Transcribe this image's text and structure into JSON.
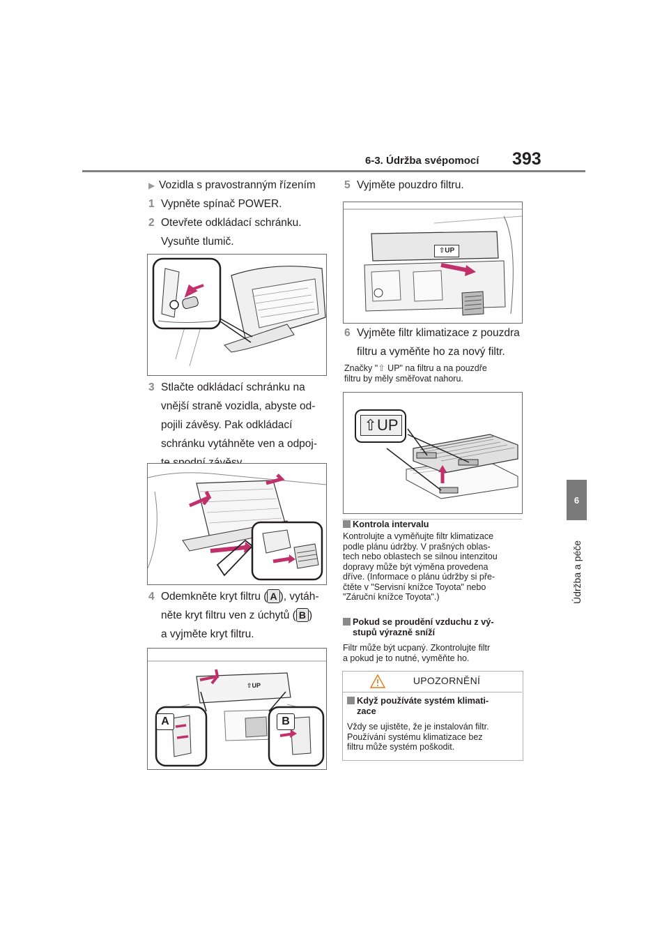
{
  "header": {
    "section": "6-3. Údržba svépomocí",
    "page_number": "393"
  },
  "side_tab": {
    "number": "6",
    "label": "Údržba a péče"
  },
  "left": {
    "variant": "Vozidla s pravostranným řízením",
    "step1": {
      "num": "1",
      "text": "Vypněte spínač POWER."
    },
    "step2": {
      "num": "2",
      "line1": "Otevřete odkládací schránku.",
      "line2": "Vysuňte tlumič."
    },
    "step3": {
      "num": "3",
      "lines": [
        "Stlačte odkládací schránku na",
        "vnější straně vozidla, abyste od-",
        "pojili závěsy. Pak odkládací",
        "schránku vytáhněte ven a odpoj-",
        "te spodní závěsy."
      ]
    },
    "step4": {
      "num": "4",
      "line1a": "Odemkněte kryt filtru (",
      "key_a": "A",
      "line1b": "), vytáh-",
      "line2a": "něte kryt filtru ven z úchytů (",
      "key_b": "B",
      "line2b": ")",
      "line3": "a vyjměte kryt filtru."
    },
    "fig4": {
      "label_a": "A",
      "label_b": "B",
      "up_text": "UP"
    }
  },
  "right": {
    "step5": {
      "num": "5",
      "text": "Vyjměte pouzdro filtru."
    },
    "fig5_up": "UP",
    "step6": {
      "num": "6",
      "line1": "Vyjměte filtr klimatizace z pouzdra",
      "line2": "filtru a vyměňte ho za nový filtr."
    },
    "note": {
      "line1a": "Značky \"",
      "line1b": " UP\" na filtru a na pouzdře",
      "line2": "filtru by měly směřovat nahoru."
    },
    "fig6_up": "UP",
    "check": {
      "title": "Kontrola intervalu",
      "lines": [
        "Kontrolujte a vyměňujte filtr klimatizace",
        "podle plánu údržby. V prašných oblas-",
        "tech nebo oblastech se silnou intenzitou",
        "dopravy může být výměna provedena",
        "dříve. (Informace o plánu údržby si pře-",
        "čtěte v \"Servisní knížce Toyota\" nebo",
        "\"Záruční knížce Toyota\".)"
      ]
    },
    "airflow": {
      "title_line1": "Pokud se proudění vzduchu z vý-",
      "title_line2": "stupů výrazně sníží",
      "lines": [
        "Filtr může být ucpaný. Zkontrolujte filtr",
        "a pokud je to nutné, vyměňte ho."
      ]
    },
    "warning": {
      "title": "UPOZORNĚNÍ",
      "subtitle_line1": "Když používáte systém klimati-",
      "subtitle_line2": "zace",
      "lines": [
        "Vždy se ujistěte, že je instalován filtr.",
        "Používání systému klimatizace bez",
        "filtru může systém poškodit."
      ]
    }
  }
}
